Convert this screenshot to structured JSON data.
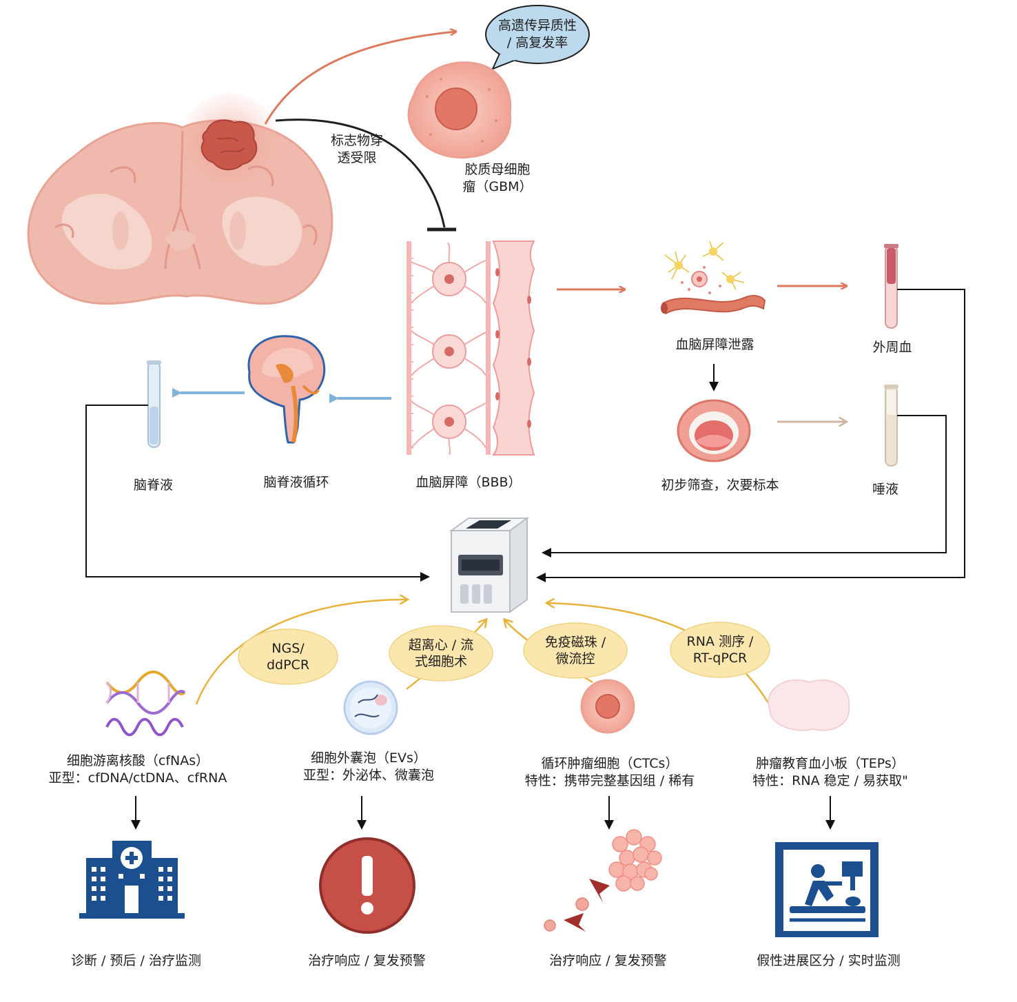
{
  "colors": {
    "brain": "#f0b9ae",
    "brain_light": "#f6d5cd",
    "tumor": "#c9574a",
    "bbb": "#f4b6b6",
    "arrow_red": "#dc7a5d",
    "arrow_blue": "#7fb3d9",
    "arrow_beige": "#cdb7a4",
    "arrow_gold": "#e6b23a",
    "oval_fill": "#fbe7ae",
    "bubble_fill": "#bdd9ee",
    "icon_blue": "#1b4f8f",
    "alert_red": "#c65048"
  },
  "bubble": {
    "line1": "高遗传异质性",
    "line2": "/ 高复发率"
  },
  "gbm": {
    "line1": "胶质母细胞",
    "line2": "瘤（GBM）"
  },
  "marker_limit": {
    "line1": "标志物穿",
    "line2": "透受限"
  },
  "bbb_label": "血脑屏障（BBB）",
  "csf_circulation": "脑脊液循环",
  "csf": "脑脊液",
  "bbb_leak": "血脑屏障泄露",
  "peripheral_blood": "外周血",
  "screening": "初步筛查，次要标本",
  "saliva": "唾液",
  "ovals": [
    {
      "line1": "NGS/",
      "line2": "ddPCR"
    },
    {
      "line1": "超离心 / 流",
      "line2": "式细胞术"
    },
    {
      "line1": "免疫磁珠 /",
      "line2": "微流控"
    },
    {
      "line1": "RNA 测序 /",
      "line2": "RT-qPCR"
    }
  ],
  "biomarkers": [
    {
      "line1": "细胞游离核酸（cfNAs）",
      "line2": "亚型：cfDNA/ctDNA、cfRNA",
      "outcome": "诊断 / 预后 / 治疗监测"
    },
    {
      "line1": "细胞外囊泡（EVs）",
      "line2": "亚型：外泌体、微囊泡",
      "outcome": "治疗响应 / 复发预警"
    },
    {
      "line1": "循环肿瘤细胞（CTCs）",
      "line2": "特性：携带完整基因组 / 稀有",
      "outcome": "治疗响应 / 复发预警"
    },
    {
      "line1": "肿瘤教育血小板（TEPs）",
      "line2": "特性：RNA 稳定 / 易获取\"",
      "outcome": "假性进展区分 / 实时监测"
    }
  ]
}
